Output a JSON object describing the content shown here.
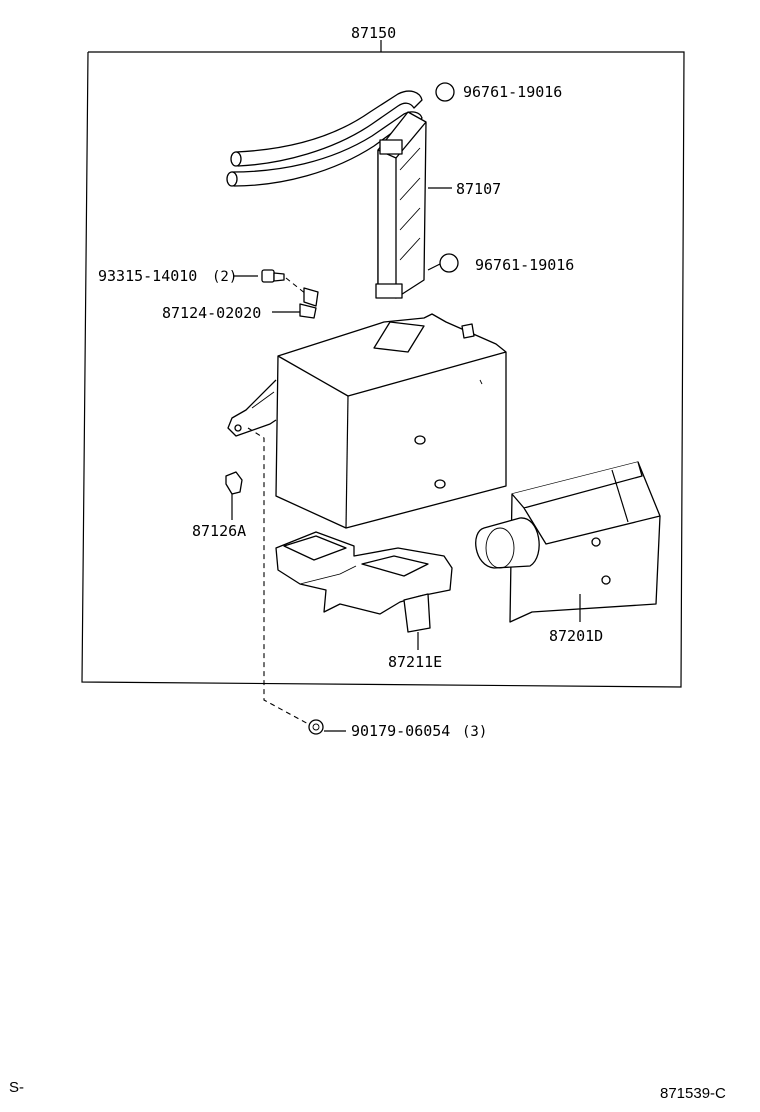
{
  "diagram": {
    "assembly_number": "87150",
    "parts": [
      {
        "id": "oring_top",
        "number": "96761-19016",
        "qty": ""
      },
      {
        "id": "heater_core",
        "number": "87107",
        "qty": ""
      },
      {
        "id": "oring_bottom",
        "number": "96761-19016",
        "qty": ""
      },
      {
        "id": "screw",
        "number": "93315-14010",
        "qty": "(2)"
      },
      {
        "id": "clamp",
        "number": "87124-02020",
        "qty": ""
      },
      {
        "id": "clip",
        "number": "87126A",
        "qty": ""
      },
      {
        "id": "duct_e",
        "number": "87211E",
        "qty": ""
      },
      {
        "id": "duct_d",
        "number": "87201D",
        "qty": ""
      },
      {
        "id": "nut",
        "number": "90179-06054",
        "qty": "(3)"
      }
    ],
    "footer_left": "S-",
    "footer_right": "871539-C"
  }
}
